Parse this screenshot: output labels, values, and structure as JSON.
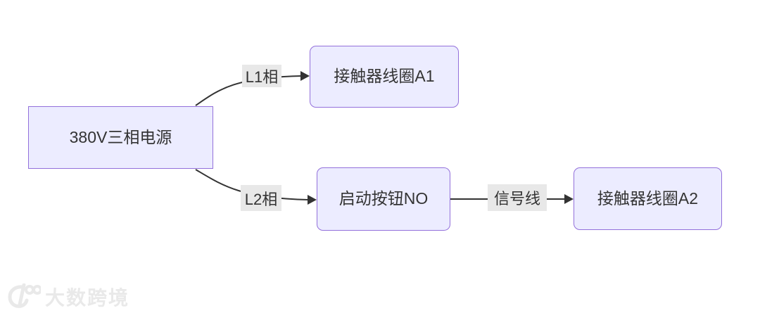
{
  "diagram": {
    "type": "flowchart",
    "direction": "left-to-right",
    "nodes": [
      {
        "id": "power",
        "label": "380V三相电源",
        "shape": "rectangle"
      },
      {
        "id": "coil_a1",
        "label": "接触器线圈A1",
        "shape": "rounded"
      },
      {
        "id": "button_no",
        "label": "启动按钮NO",
        "shape": "rounded"
      },
      {
        "id": "coil_a2",
        "label": "接触器线圈A2",
        "shape": "rounded"
      }
    ],
    "edges": [
      {
        "from": "power",
        "to": "coil_a1",
        "label": "L1相",
        "arrow": "solid-triangle"
      },
      {
        "from": "power",
        "to": "button_no",
        "label": "L2相",
        "arrow": "solid-triangle"
      },
      {
        "from": "button_no",
        "to": "coil_a2",
        "label": "信号线",
        "arrow": "solid-triangle"
      }
    ],
    "colors": {
      "node_fill": "#ECECFF",
      "node_border": "#9370DB",
      "edge_line": "#333333",
      "edge_label_bg": "#e8e8e8",
      "text": "#333333",
      "background": "#ffffff"
    }
  },
  "watermark": {
    "text": "大数跨境",
    "color": "#e9e9e9"
  }
}
